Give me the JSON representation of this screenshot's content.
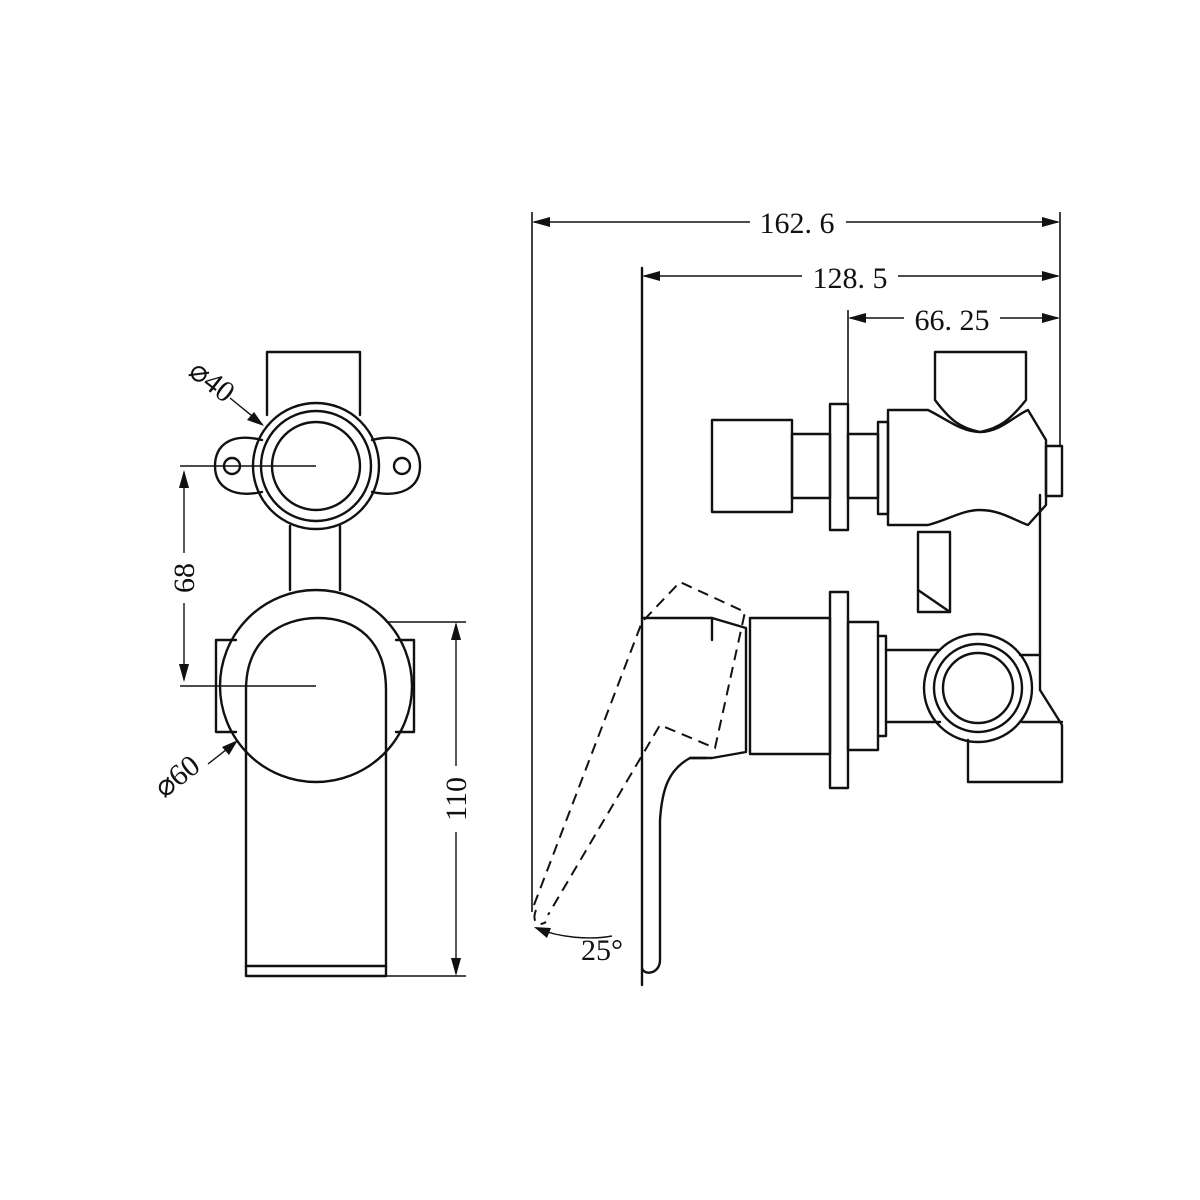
{
  "dimensions": {
    "overall_depth": "162. 6",
    "plate_depth": "128. 5",
    "body_depth": "66. 25",
    "outlet_diameter": "⌀40",
    "trim_diameter": "⌀60",
    "centers": "68",
    "height": "110",
    "lever_angle": "25°"
  }
}
